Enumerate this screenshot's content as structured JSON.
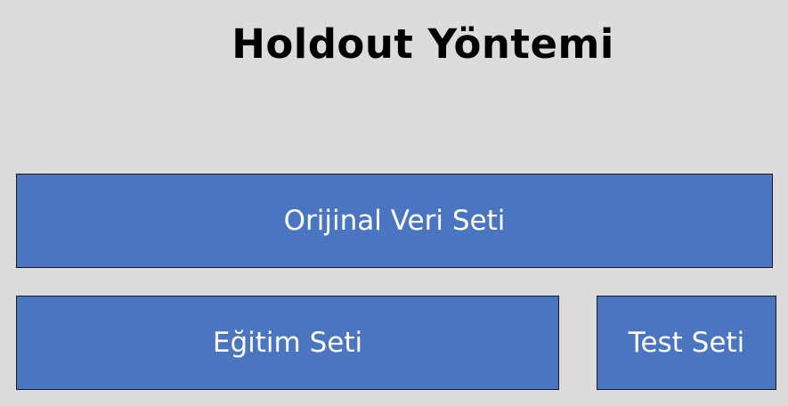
{
  "slide": {
    "title": "Holdout Yöntemi",
    "original_set_label": "Orijinal Veri Seti",
    "training_set_label": "Eğitim Seti",
    "test_set_label": "Test Seti"
  },
  "colors": {
    "background": "#dcdcdc",
    "box_fill": "#4a75c1",
    "box_border": "#1c1c1c",
    "box_text": "#ffffff",
    "title_text": "#000000"
  }
}
